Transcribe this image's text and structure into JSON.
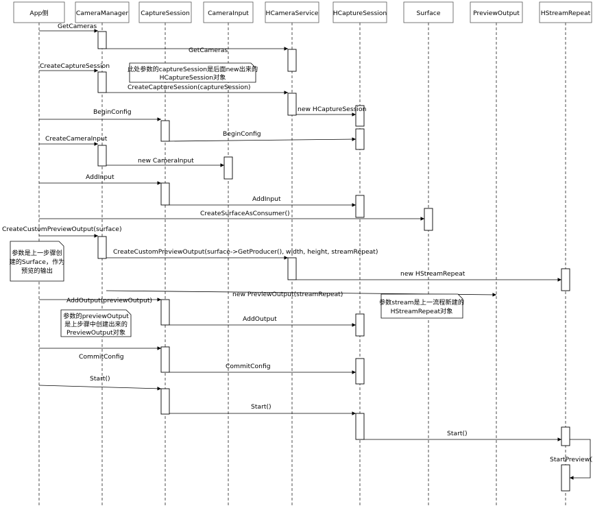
{
  "participants": [
    {
      "id": "app",
      "label": "App侧"
    },
    {
      "id": "cm",
      "label": "CameraManager"
    },
    {
      "id": "cs",
      "label": "CaptureSession"
    },
    {
      "id": "ci",
      "label": "CameraInput"
    },
    {
      "id": "hcs",
      "label": "HCameraService"
    },
    {
      "id": "hcap",
      "label": "HCaptureSession"
    },
    {
      "id": "surf",
      "label": "Surface"
    },
    {
      "id": "po",
      "label": "PreviewOutput"
    },
    {
      "id": "hsr",
      "label": "HStreamRepeat"
    }
  ],
  "messages": [
    {
      "from": "app",
      "to": "cm",
      "label": "GetCameras"
    },
    {
      "from": "cm",
      "to": "hcs",
      "label": "GetCameras"
    },
    {
      "from": "app",
      "to": "cm",
      "label": "CreateCaptureSession"
    },
    {
      "from": "cm",
      "to": "hcs",
      "label": "CreateCaptureSession(captureSession)"
    },
    {
      "from": "hcs",
      "to": "hcap",
      "label": "new HCaptureSession"
    },
    {
      "from": "app",
      "to": "cs",
      "label": "BeginConfig"
    },
    {
      "from": "cs",
      "to": "hcap",
      "label": "BeginConfig"
    },
    {
      "from": "app",
      "to": "cm",
      "label": "CreateCameraInput"
    },
    {
      "from": "cm",
      "to": "ci",
      "label": "new CameraInput"
    },
    {
      "from": "app",
      "to": "cs",
      "label": "AddInput"
    },
    {
      "from": "cs",
      "to": "hcap",
      "label": "AddInput"
    },
    {
      "from": "app",
      "to": "surf",
      "label": "CreateSurfaceAsConsumer()"
    },
    {
      "from": "app",
      "to": "cm",
      "label": "CreateCustomPreviewOutput(surface)"
    },
    {
      "from": "cm",
      "to": "hcs",
      "label": "CreateCustomPreviewOutput(surface->GetProducer(), width, height, streamRepeat)"
    },
    {
      "from": "hcs",
      "to": "hsr",
      "label": "new HStreamRepeat"
    },
    {
      "from": "cm",
      "to": "po",
      "label": "new PreviewOutput(streamRepeat)"
    },
    {
      "from": "app",
      "to": "cs",
      "label": "AddOutput(previewOutput)"
    },
    {
      "from": "cs",
      "to": "hcap",
      "label": "AddOutput"
    },
    {
      "from": "app",
      "to": "cs",
      "label": "CommitConfig"
    },
    {
      "from": "cs",
      "to": "hcap",
      "label": "CommitConfig"
    },
    {
      "from": "app",
      "to": "cs",
      "label": "Start()"
    },
    {
      "from": "cs",
      "to": "hcap",
      "label": "Start()"
    },
    {
      "from": "hcap",
      "to": "hsr",
      "label": "Start()"
    },
    {
      "from": "hsr",
      "to": "hsr",
      "label": "StartPreview()"
    }
  ],
  "notes": [
    {
      "lines": [
        "此处参数的captureSession是后面new出来的",
        "HCaptureSession对象"
      ]
    },
    {
      "lines": [
        "参数是上一步骤创",
        "建的Surface，作为",
        "预览的输出"
      ]
    },
    {
      "lines": [
        "参数stream是上一流程新建的",
        "HStreamRepeat对象"
      ]
    },
    {
      "lines": [
        "参数的previewOutput",
        "是上步骤中创建出来的",
        "PreviewOutput对象"
      ]
    }
  ]
}
